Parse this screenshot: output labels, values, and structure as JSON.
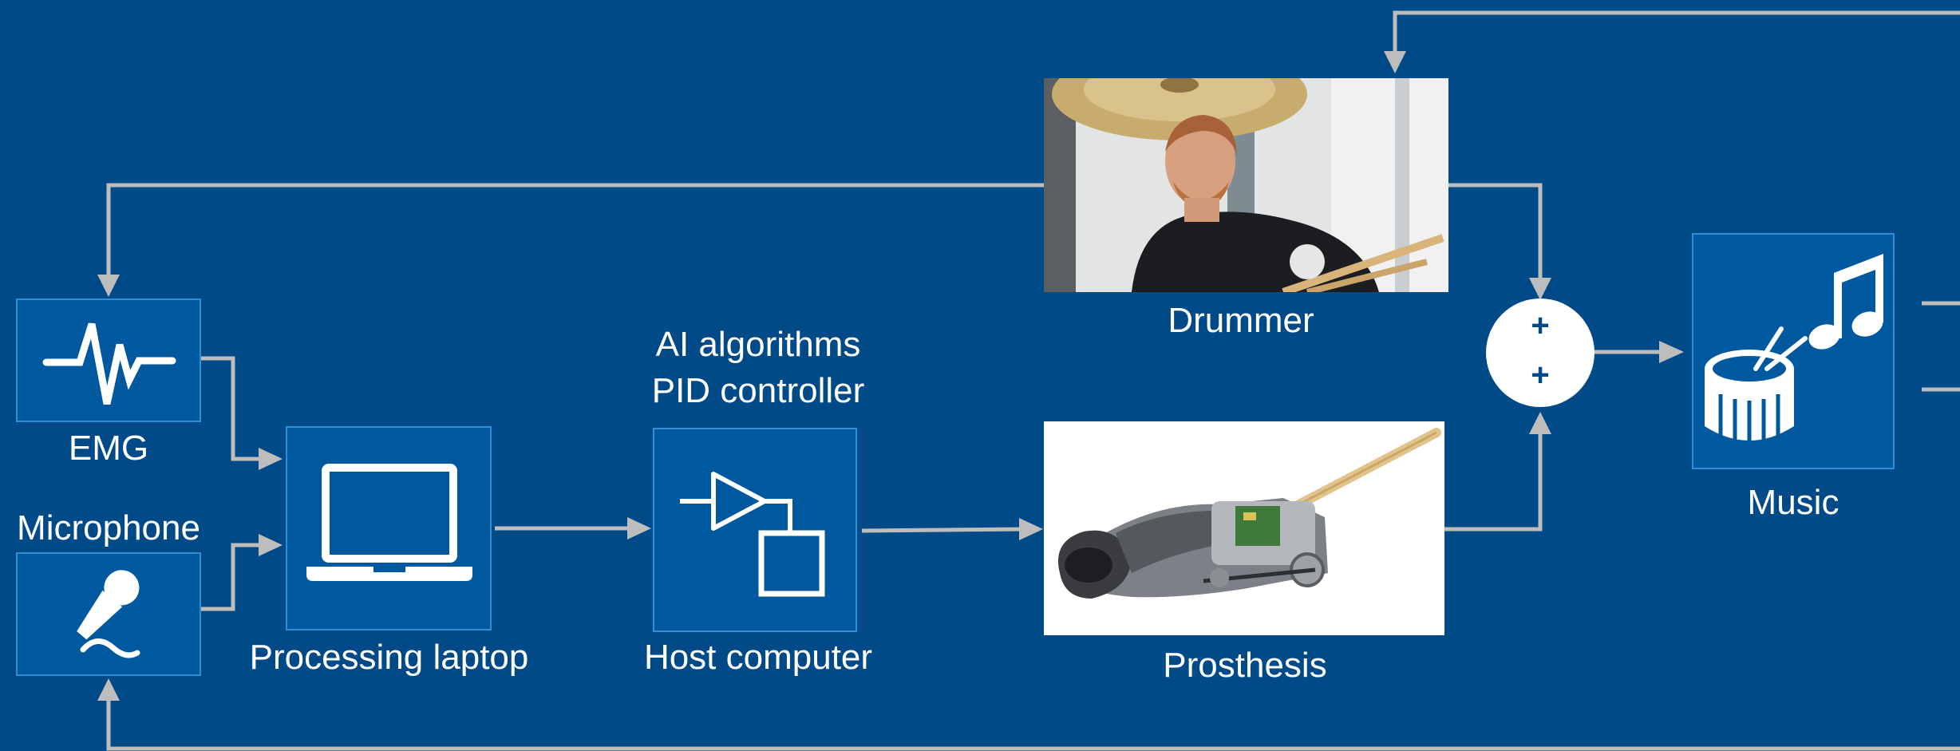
{
  "nodes": {
    "emg": {
      "label": "EMG",
      "icon": "emg-signal-icon"
    },
    "microphone": {
      "label": "Microphone",
      "icon": "microphone-icon"
    },
    "laptop": {
      "label": "Processing laptop",
      "icon": "laptop-icon"
    },
    "host": {
      "label": "Host computer",
      "caption_line1": "AI algorithms",
      "caption_line2": "PID controller",
      "icon": "controller-block-icon"
    },
    "drummer": {
      "label": "Drummer",
      "image": "drummer-photo"
    },
    "prosthesis": {
      "label": "Prosthesis",
      "image": "prosthesis-render"
    },
    "summing": {
      "sign_top": "+",
      "sign_bottom": "+"
    },
    "music": {
      "label": "Music",
      "icons": [
        "drum-icon",
        "music-note-icon"
      ]
    }
  },
  "colors": {
    "background": "#004a87",
    "box_fill": "#00599e",
    "box_border": "#2f8fd6",
    "arrow": "#bdbdbd",
    "text": "#ffffff"
  }
}
